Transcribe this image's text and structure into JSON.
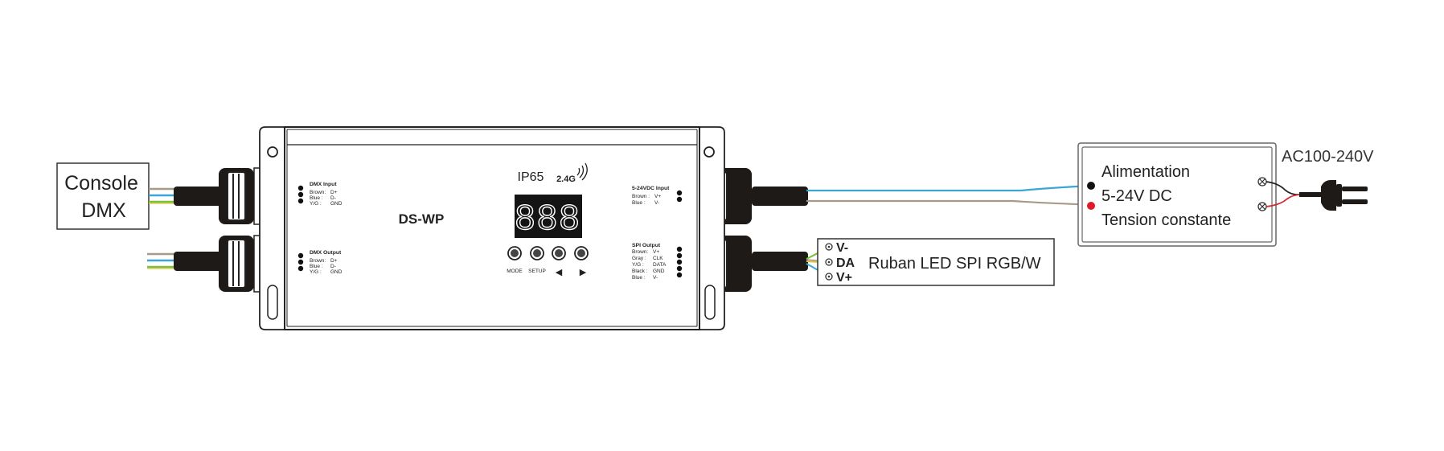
{
  "console": {
    "line1": "Console",
    "line2": "DMX"
  },
  "controller": {
    "model": "DS-WP",
    "ip_rating": "IP65",
    "band": "2.4G",
    "display_value": "888",
    "buttons": [
      {
        "label": "MODE"
      },
      {
        "label": "SETUP"
      },
      {
        "label": "◀"
      },
      {
        "label": "▶"
      }
    ],
    "dmx_input": {
      "title": "DMX Input",
      "pins": [
        {
          "color": "Brown:",
          "signal": "D+"
        },
        {
          "color": "Blue  :",
          "signal": "D-"
        },
        {
          "color": "Y/G   :",
          "signal": "GND"
        }
      ]
    },
    "dmx_output": {
      "title": "DMX Output",
      "pins": [
        {
          "color": "Brown:",
          "signal": "D+"
        },
        {
          "color": "Blue  :",
          "signal": "D-"
        },
        {
          "color": "Y/G   :",
          "signal": "GND"
        }
      ]
    },
    "power_input": {
      "title": "5-24VDC Input",
      "pins": [
        {
          "color": "Brown :",
          "signal": "V+"
        },
        {
          "color": "Blue   :",
          "signal": "V-"
        }
      ]
    },
    "spi_output": {
      "title": "SPI Output",
      "pins": [
        {
          "color": "Brown:",
          "signal": "V+"
        },
        {
          "color": "Gray  :",
          "signal": "CLK"
        },
        {
          "color": "Y/G   :",
          "signal": "DATA"
        },
        {
          "color": "Black :",
          "signal": "GND"
        },
        {
          "color": "Blue  :",
          "signal": "V-"
        }
      ]
    }
  },
  "led_strip": {
    "label": "Ruban LED SPI RGB/W",
    "terminals": [
      "V-",
      "DA",
      "V+"
    ]
  },
  "power_supply": {
    "line1": "Alimentation",
    "line2": "5-24V DC",
    "line3": "Tension constante",
    "mains_label": "AC100-240V"
  },
  "colors": {
    "wire_blue": "#3aa6d8",
    "wire_brown": "#a89a86",
    "wire_green": "#7bbf3a",
    "wire_yellow": "#d8c23a",
    "wire_red": "#d42a35",
    "dot_red": "#e01a2a",
    "outline": "#222222",
    "cable": "#1e1a18"
  }
}
